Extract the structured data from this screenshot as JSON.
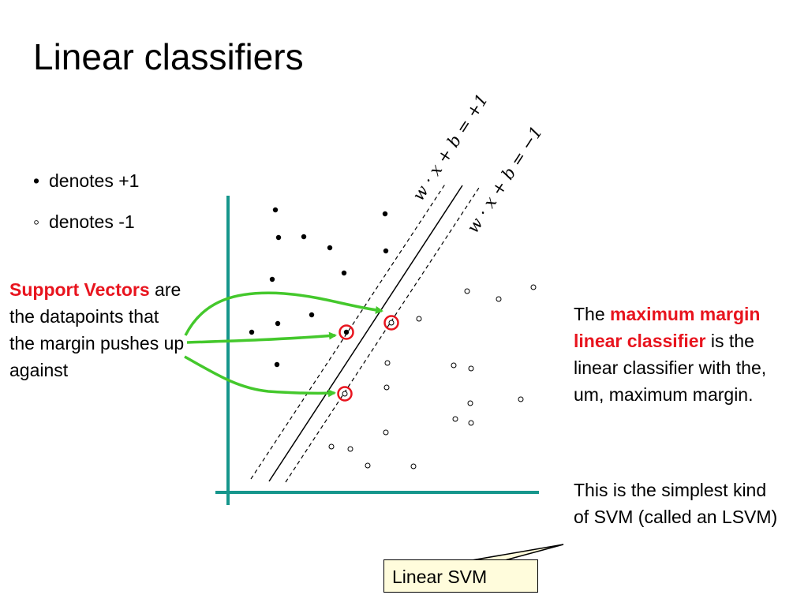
{
  "title": "Linear classifiers",
  "legend": {
    "pos_bullet": "•",
    "pos_label": "denotes +1",
    "neg_bullet": "◦",
    "neg_label": "denotes -1"
  },
  "support_vectors": {
    "bold": "Support Vectors",
    "rest": " are the datapoints that the margin pushes up against"
  },
  "max_margin": {
    "pre": "The ",
    "bold": "maximum margin linear classifier",
    "post": " is the linear classifier with the, um, maximum margin."
  },
  "simplest": "This is the simplest kind of SVM (called an LSVM)",
  "callout": "Linear SVM",
  "equations": {
    "upper": "w · x + b = +1",
    "lower": "w · x + b = −1"
  },
  "colors": {
    "axis": "#16968c",
    "arrow": "#44c82c",
    "highlight": "#e8141e",
    "callout_bg": "#fffcdc"
  },
  "data_points": {
    "positive": [
      [
        349,
        266
      ],
      [
        488,
        271
      ],
      [
        353,
        301
      ],
      [
        385,
        300
      ],
      [
        418,
        314
      ],
      [
        489,
        318
      ],
      [
        436,
        346
      ],
      [
        345,
        354
      ],
      [
        395,
        399
      ],
      [
        352,
        410
      ],
      [
        319,
        421
      ],
      [
        439,
        421
      ],
      [
        351,
        462
      ]
    ],
    "negative": [
      [
        592,
        369
      ],
      [
        632,
        379
      ],
      [
        676,
        364
      ],
      [
        496,
        409
      ],
      [
        531,
        404
      ],
      [
        491,
        460
      ],
      [
        575,
        463
      ],
      [
        597,
        467
      ],
      [
        437,
        499
      ],
      [
        490,
        491
      ],
      [
        596,
        511
      ],
      [
        660,
        506
      ],
      [
        577,
        531
      ],
      [
        597,
        536
      ],
      [
        489,
        548
      ],
      [
        420,
        566
      ],
      [
        444,
        569
      ],
      [
        466,
        590
      ],
      [
        524,
        591
      ]
    ],
    "support_vectors": [
      [
        439,
        421
      ],
      [
        496,
        409
      ],
      [
        437,
        499
      ]
    ]
  }
}
